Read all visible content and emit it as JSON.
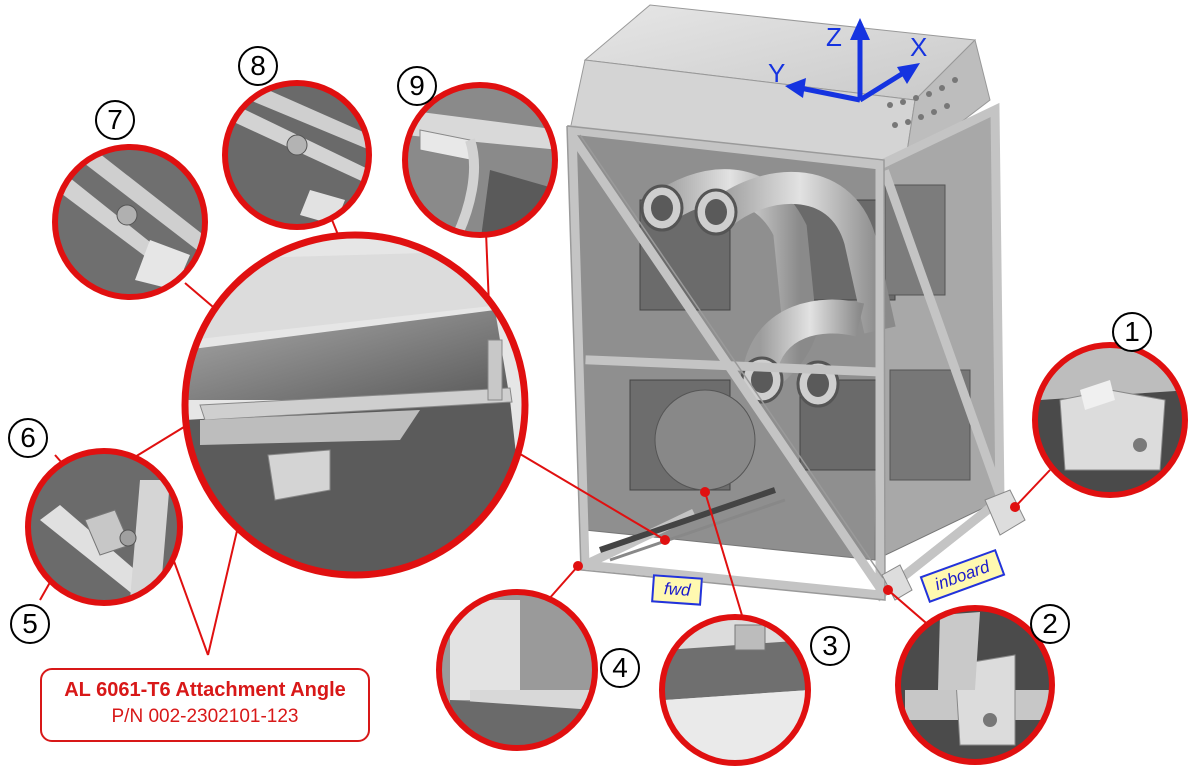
{
  "numbers": [
    "1",
    "2",
    "3",
    "4",
    "5",
    "6",
    "7",
    "8",
    "9"
  ],
  "axes": {
    "x": "X",
    "y": "Y",
    "z": "Z"
  },
  "tags": {
    "fwd": "fwd",
    "inboard": "inboard"
  },
  "callout": {
    "title": "AL 6061-T6 Attachment Angle",
    "part_number": "P/N 002-2302101-123"
  },
  "colors": {
    "callout_red": "#d81818",
    "axis_blue": "#1533e0",
    "tag_fill": "#fff9b0",
    "frame_grey": "#c8c8c8"
  }
}
